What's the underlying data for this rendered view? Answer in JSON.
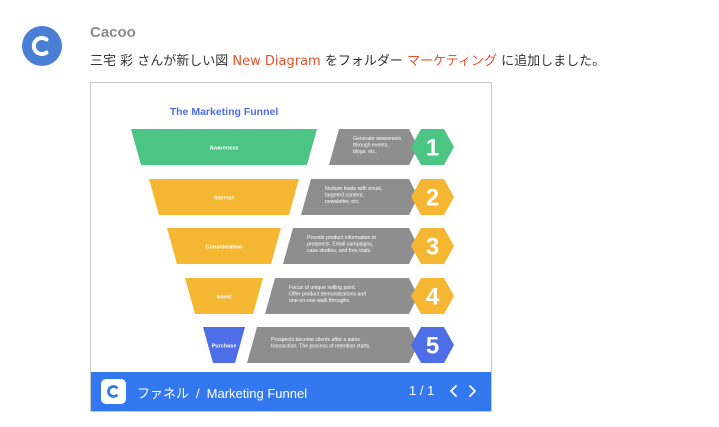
{
  "sender": {
    "name": "Cacoo"
  },
  "message": {
    "prefix": "三宅 彩 さんが新しい図 ",
    "diagram_link": "New Diagram",
    "middle": " をフォルダー ",
    "folder_link": "マーケティング",
    "suffix": " に追加しました。"
  },
  "colors": {
    "accent_link": "#e3522b",
    "avatar": "#4a7fd6",
    "footer_bar": "#3478f0",
    "green": "#4cc483",
    "yellow": "#f5b731",
    "blue": "#4e6ee8",
    "gray": "#8e8e8e"
  },
  "diagram": {
    "title": "The Marketing Funnel",
    "stages": [
      {
        "name": "Awareness",
        "number": "1",
        "desc": [
          "Generate awareness",
          "through events,",
          "blogs, etc."
        ]
      },
      {
        "name": "Interest",
        "number": "2",
        "desc": [
          "Nurture leads with email,",
          "targeted content,",
          "newsletter, etc."
        ]
      },
      {
        "name": "Consideration",
        "number": "3",
        "desc": [
          "Provide product information to",
          "prospects. Email campaigns,",
          "case studies, and free trials."
        ]
      },
      {
        "name": "Intent",
        "number": "4",
        "desc": [
          "Focus of unique selling point.",
          "Offer product demonstrations and",
          "one-on-one walk throughs."
        ]
      },
      {
        "name": "Purchase",
        "number": "5",
        "desc": [
          "Prospects become clients after a sales",
          "transaction. The process of retention starts."
        ]
      }
    ]
  },
  "footer": {
    "folder": "ファネル",
    "separator": "/",
    "title": "Marketing Funnel",
    "page": "1 / 1",
    "prev_icon": "chevron-left-icon",
    "next_icon": "chevron-right-icon"
  }
}
